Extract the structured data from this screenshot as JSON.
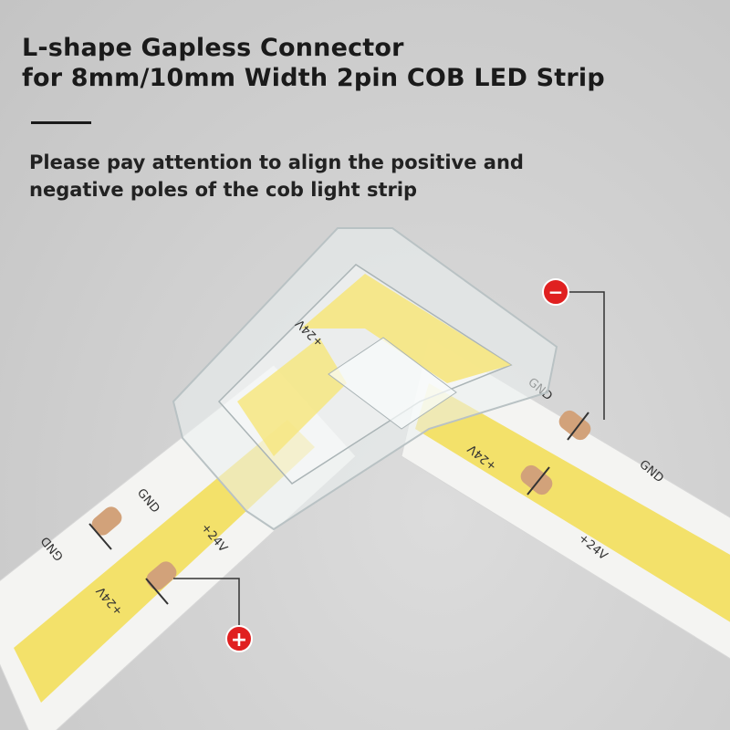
{
  "title": {
    "line1": "L-shape Gapless Connector",
    "line2": "for 8mm/10mm Width 2pin COB LED Strip"
  },
  "note": {
    "line1": "Please pay attention to align the positive and",
    "line2": "negative poles of the cob light strip"
  },
  "strip_labels": {
    "gnd": "GND",
    "pos": "+24V",
    "connector_mark": "+24V"
  },
  "polarity": {
    "negative_symbol": "−",
    "positive_symbol": "+",
    "negative_color": "#e02020",
    "positive_color": "#e02020"
  },
  "colors": {
    "strip_white": "#f4f4f2",
    "led_yellow": "#f3e16a",
    "copper_pad": "#d2a27a"
  },
  "icons": [
    "minus-circle-icon",
    "plus-circle-icon"
  ]
}
